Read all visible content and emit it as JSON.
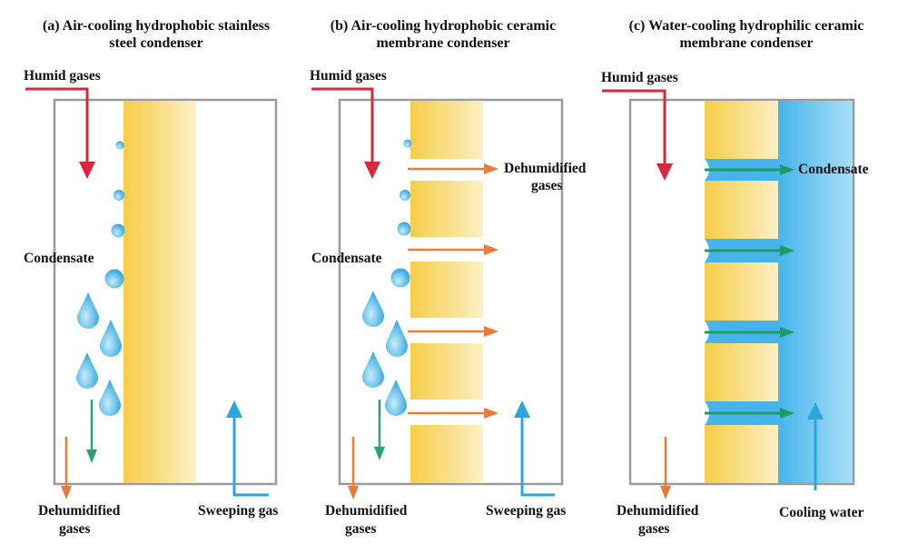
{
  "panels": [
    {
      "id": "a",
      "title_line1": "(a) Air-cooling hydrophobic stainless",
      "title_line2": "steel condenser",
      "humid_gases": "Humid gases",
      "condensate": "Condensate",
      "dehumidified_line1": "Dehumidified",
      "dehumidified_line2": "gases",
      "sweep_label": "Sweeping gas"
    },
    {
      "id": "b",
      "title_line1": "(b) Air-cooling hydrophobic ceramic",
      "title_line2": "membrane condenser",
      "humid_gases": "Humid gases",
      "condensate": "Condensate",
      "permeate_line1": "Dehumidified",
      "permeate_line2": "gases",
      "dehumidified_line1": "Dehumidified",
      "dehumidified_line2": "gases",
      "sweep_label": "Sweeping gas"
    },
    {
      "id": "c",
      "title_line1": "(c) Water-cooling hydrophilic ceramic",
      "title_line2": "membrane condenser",
      "humid_gases": "Humid gases",
      "condensate": "Condensate",
      "dehumidified_line1": "Dehumidified",
      "dehumidified_line2": "gases",
      "sweep_label": "Cooling water"
    }
  ],
  "colors": {
    "humid_arrow": "#d9283c",
    "membrane_yellow": "#f7d25a",
    "membrane_light": "#fdf1c2",
    "droplet_blue": "#55b8e8",
    "permeate_orange": "#ee7a36",
    "condensate_green": "#29a36a",
    "sweep_blue": "#2aa6de",
    "cooling_water": "#5bc3ef",
    "frame_gray": "#9a9a9a"
  }
}
